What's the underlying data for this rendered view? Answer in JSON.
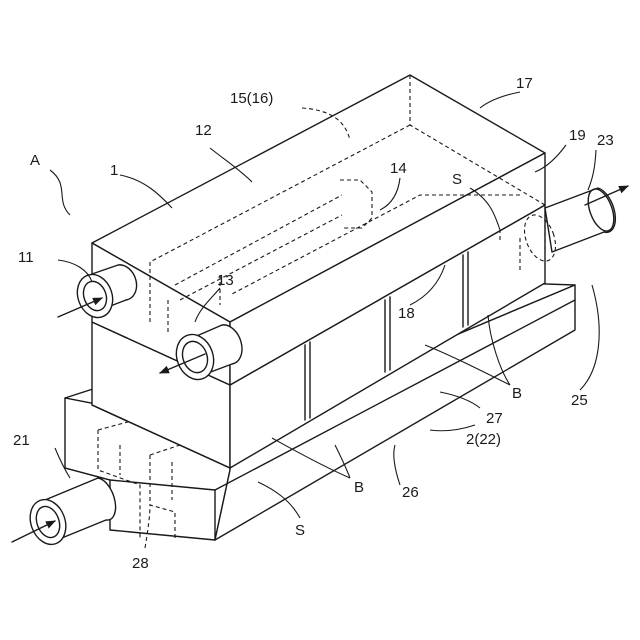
{
  "labels": {
    "A": "A",
    "n1": "1",
    "n12": "12",
    "n15": "15(16)",
    "n17": "17",
    "n19": "19",
    "n23": "23",
    "n11": "11",
    "n13": "13",
    "n14": "14",
    "S_top": "S",
    "n18": "18",
    "n25": "25",
    "B_right": "B",
    "n27": "27",
    "n2": "2(22)",
    "n21": "21",
    "B_bottom": "B",
    "n26": "26",
    "S_bottom": "S",
    "n28": "28"
  }
}
